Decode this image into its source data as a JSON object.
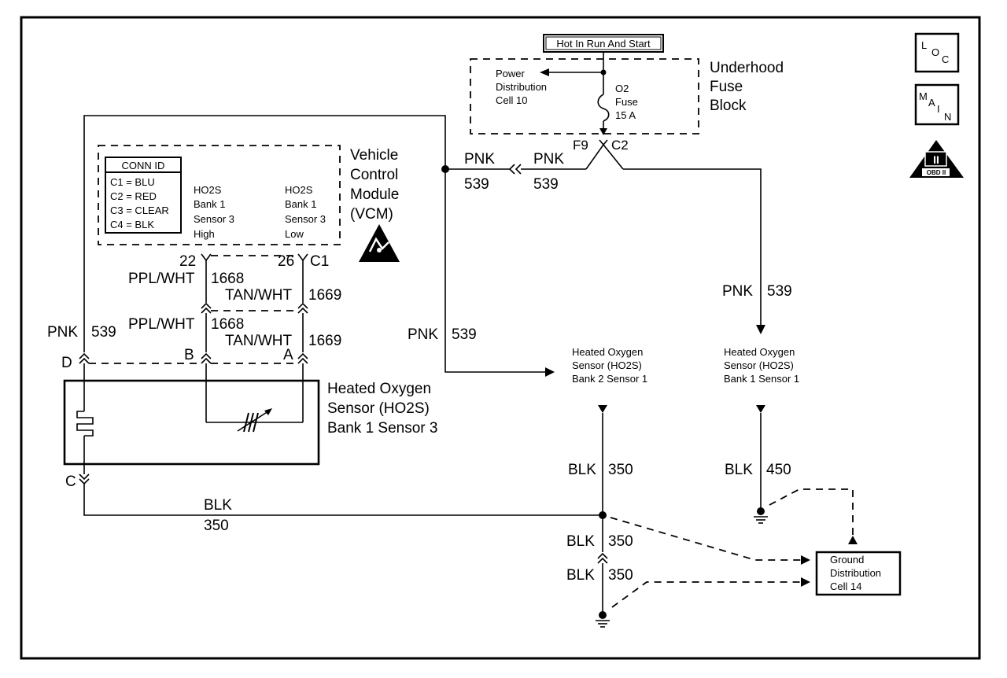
{
  "frame": {
    "hot_label": "Hot In Run And Start"
  },
  "fuse_block": {
    "title_lines": [
      "Underhood",
      "Fuse",
      "Block"
    ],
    "pdc_lines": [
      "Power",
      "Distribution",
      "Cell 10"
    ],
    "fuse_lines": [
      "O2",
      "Fuse",
      "15 A"
    ],
    "f9": "F9",
    "c2": "C2"
  },
  "vcm": {
    "title_lines": [
      "Vehicle",
      "Control",
      "Module",
      "(VCM)"
    ],
    "conn_id": {
      "title": "CONN ID",
      "rows": [
        "C1 = BLU",
        "C2 = RED",
        "C3 = CLEAR",
        "C4 = BLK"
      ]
    },
    "high_lines": [
      "HO2S",
      "Bank 1",
      "Sensor 3",
      "High"
    ],
    "low_lines": [
      "HO2S",
      "Bank 1",
      "Sensor 3",
      "Low"
    ],
    "pin_22": "22",
    "pin_26": "26",
    "c1": "C1"
  },
  "wires": {
    "pnk_top_left": "PNK",
    "n539_top_left": "539",
    "pnk_top_right": "PNK",
    "n539_top_right": "539",
    "ppl_upper": "PPL/WHT",
    "n1668_upper": "1668",
    "tan_upper": "TAN/WHT",
    "n1669_upper": "1669",
    "ppl_lower": "PPL/WHT",
    "n1668_lower": "1668",
    "tan_lower": "TAN/WHT",
    "n1669_lower": "1669",
    "pnk_left": "PNK",
    "n539_left": "539",
    "pnk_mid": "PNK",
    "n539_mid": "539",
    "pnk_right": "PNK",
    "n539_right": "539",
    "blk_bottom": "BLK",
    "n350_bottom": "350",
    "blk_b2": "BLK",
    "n350_b2": "350",
    "blk_b1": "BLK",
    "n450_b1": "450",
    "blk_low1": "BLK",
    "n350_low1": "350",
    "blk_low2": "BLK",
    "n350_low2": "350"
  },
  "connectors": {
    "d": "D",
    "b": "B",
    "a": "A",
    "c": "C"
  },
  "sensor_b1s3": {
    "lines": [
      "Heated Oxygen",
      "Sensor (HO2S)",
      "Bank 1 Sensor 3"
    ]
  },
  "sensor_b2s1": {
    "lines": [
      "Heated Oxygen",
      "Sensor (HO2S)",
      "Bank 2 Sensor 1"
    ]
  },
  "sensor_b1s1": {
    "lines": [
      "Heated Oxygen",
      "Sensor (HO2S)",
      "Bank 1 Sensor 1"
    ]
  },
  "ground_cell": {
    "lines": [
      "Ground",
      "Distribution",
      "Cell 14"
    ]
  },
  "badges": {
    "loc": [
      "L",
      "O",
      "C"
    ],
    "main": [
      "M",
      "A",
      "I",
      "N"
    ],
    "obd_roman": "II",
    "obd_text": "OBD II"
  }
}
